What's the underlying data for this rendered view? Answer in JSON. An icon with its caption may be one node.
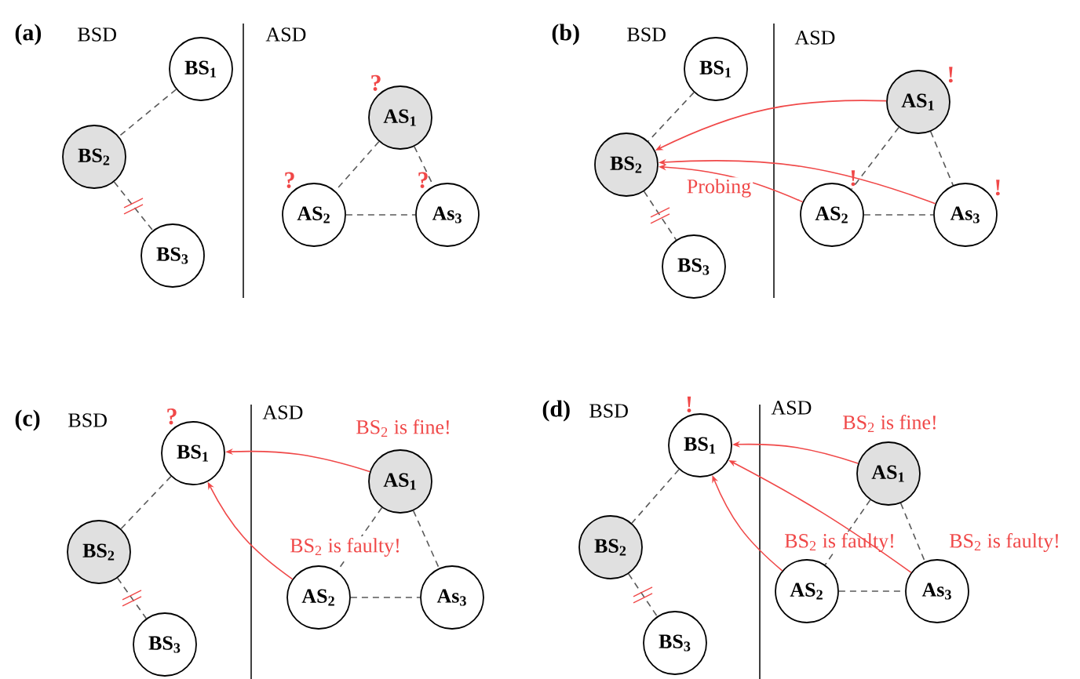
{
  "diagram": {
    "nodes": [
      {
        "text": [
          "BS$_{1}$"
        ]
      },
      {
        "text": [
          "BS$_{2}$"
        ]
      },
      {
        "text": [
          "BS$_{3}$"
        ]
      },
      {
        "text": [
          "AS$_{1}$"
        ],
        "beside": [
          "?"
        ]
      },
      {
        "text": [
          "AS$_{2}$"
        ],
        "beside": [
          "?"
        ]
      },
      {
        "text": [
          "As$_{3}$"
        ],
        "beside": [
          "?"
        ]
      },
      {
        "text": [
          "BS$_{1}$"
        ]
      },
      {
        "text": [
          "BS$_{2}$"
        ]
      },
      {
        "text": [
          "BS$_{3}$"
        ]
      },
      {
        "text": [
          "AS$_{1}$"
        ],
        "beside": [
          "!"
        ]
      },
      {
        "text": [
          "AS$_{2}$"
        ],
        "beside": [
          "!"
        ]
      },
      {
        "text": [
          "As$_{3}$"
        ],
        "beside": [
          "!"
        ]
      },
      {
        "text": [
          "BS$_{1}$"
        ],
        "beside": [
          "?"
        ]
      },
      {
        "text": [
          "BS$_{2}$"
        ]
      },
      {
        "text": [
          "BS$_{3}$"
        ]
      },
      {
        "text": [
          "AS$_{1}$"
        ]
      },
      {
        "text": [
          "AS$_{2}$"
        ]
      },
      {
        "text": [
          "As$_{3}$"
        ]
      },
      {
        "text": [
          "BS$_{1}$"
        ],
        "beside": [
          "!"
        ]
      },
      {
        "text": [
          "BS$_{2}$"
        ]
      },
      {
        "text": [
          "BS$_{3}$"
        ]
      },
      {
        "text": [
          "AS$_{1}$"
        ]
      },
      {
        "text": [
          "AS$_{2}$"
        ]
      },
      {
        "text": [
          "As$_{3}$"
        ]
      }
    ],
    "edges": [
      {
        "from": 0,
        "to": 1,
        "arrow": "none",
        "style": "dashed"
      },
      {
        "from": 1,
        "to": 2,
        "arrow": "none",
        "style": "dashed"
      },
      {
        "from": 3,
        "to": 4,
        "arrow": "none",
        "style": "dashed"
      },
      {
        "from": 3,
        "to": 5,
        "arrow": "none",
        "style": "dashed"
      },
      {
        "from": 4,
        "to": 5,
        "arrow": "none",
        "style": "dashed"
      },
      {
        "from": 6,
        "to": 7,
        "arrow": "none",
        "style": "dashed"
      },
      {
        "from": 7,
        "to": 8,
        "arrow": "none",
        "style": "dashed"
      },
      {
        "from": 9,
        "to": 10,
        "arrow": "none",
        "style": "dashed"
      },
      {
        "from": 9,
        "to": 11,
        "arrow": "none",
        "style": "dashed"
      },
      {
        "from": 10,
        "to": 11,
        "arrow": "none",
        "style": "dashed"
      },
      {
        "from": 9,
        "to": 7,
        "arrow": "to",
        "color": "#f04848"
      },
      {
        "from": 11,
        "to": 7,
        "arrow": "to",
        "color": "#f04848"
      },
      {
        "from": 10,
        "to": 7,
        "arrow": "to",
        "color": "#f04848",
        "label": "Probing"
      },
      {
        "from": 12,
        "to": 13,
        "arrow": "none",
        "style": "dashed"
      },
      {
        "from": 13,
        "to": 14,
        "arrow": "none",
        "style": "dashed"
      },
      {
        "from": 15,
        "to": 16,
        "arrow": "none",
        "style": "dashed"
      },
      {
        "from": 15,
        "to": 17,
        "arrow": "none",
        "style": "dashed"
      },
      {
        "from": 16,
        "to": 17,
        "arrow": "none",
        "style": "dashed"
      },
      {
        "from": 15,
        "to": 12,
        "arrow": "to",
        "color": "#f04848",
        "label": "BS$_{2}$ is fine!"
      },
      {
        "from": 16,
        "to": 12,
        "arrow": "to",
        "color": "#f04848",
        "label": "BS$_{2}$ is faulty!"
      },
      {
        "from": 18,
        "to": 19,
        "arrow": "none",
        "style": "dashed"
      },
      {
        "from": 19,
        "to": 20,
        "arrow": "none",
        "style": "dashed"
      },
      {
        "from": 21,
        "to": 22,
        "arrow": "none",
        "style": "dashed"
      },
      {
        "from": 21,
        "to": 23,
        "arrow": "none",
        "style": "dashed"
      },
      {
        "from": 22,
        "to": 23,
        "arrow": "none",
        "style": "dashed"
      },
      {
        "from": 21,
        "to": 18,
        "arrow": "to",
        "color": "#f04848",
        "label": "BS$_{2}$ is fine!"
      },
      {
        "from": 22,
        "to": 18,
        "arrow": "to",
        "color": "#f04848",
        "label": "BS$_{2}$ is faulty!"
      },
      {
        "from": 23,
        "to": 18,
        "arrow": "to",
        "color": "#f04848",
        "label": "BS$_{2}$ is faulty!"
      }
    ],
    "labels": [
      "(a)",
      "BSD",
      "ASD",
      "(b)",
      "BSD",
      "ASD",
      "(c)",
      "BSD",
      "ASD",
      "(d)",
      "BSD",
      "ASD"
    ]
  }
}
